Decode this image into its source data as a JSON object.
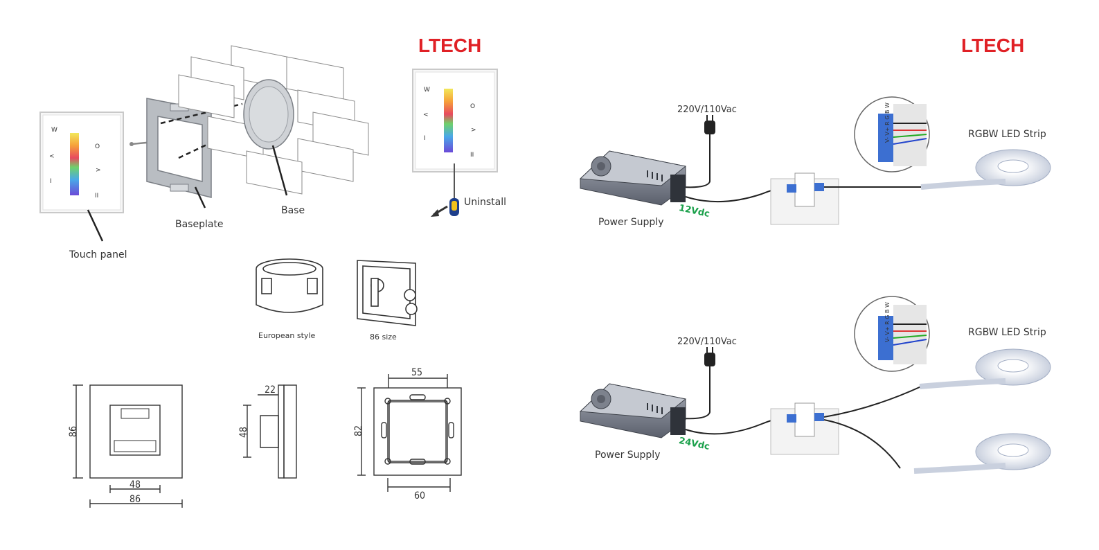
{
  "brand": {
    "logo_left": "LTECH",
    "logo_right": "LTECH",
    "logo_color": "#e02126"
  },
  "installation": {
    "touch_panel": "Touch panel",
    "baseplate": "Baseplate",
    "base": "Base",
    "uninstall": "Uninstall",
    "panel_keys": [
      "W",
      "<",
      "I",
      "O",
      ">",
      "II"
    ]
  },
  "boxes": {
    "european": "European style",
    "size86": "86 size"
  },
  "dimensions": {
    "front_height": "86",
    "front_inner_width": "48",
    "front_width": "86",
    "side_depth": "22",
    "side_height": "48",
    "back_inner": "55",
    "back_height": "82",
    "back_width": "60"
  },
  "wiring": {
    "top": {
      "mains": "220V/110Vac",
      "supply": "Power Supply",
      "dc": "12Vdc",
      "strip": "RGBW LED Strip"
    },
    "bottom": {
      "mains": "220V/110Vac",
      "supply": "Power Supply",
      "dc": "24Vdc",
      "strip": "RGBW LED Strip"
    },
    "terminal_labels": [
      "V-",
      "V+",
      "R",
      "G",
      "B",
      "W"
    ],
    "dc_color": "#1aa04a"
  }
}
